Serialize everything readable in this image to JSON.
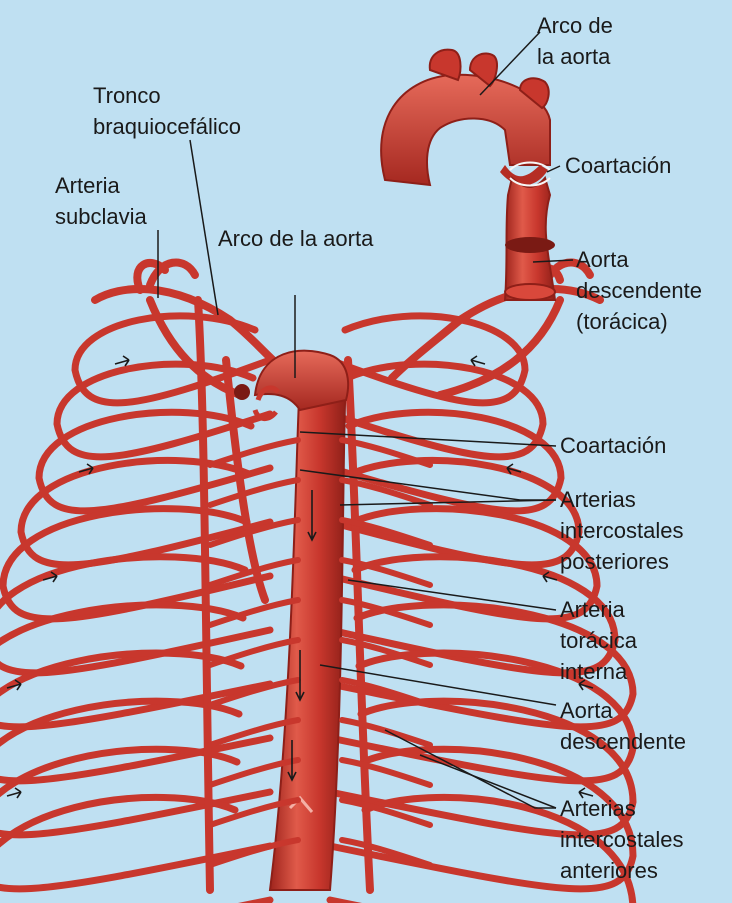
{
  "colors": {
    "background": "#bfe0f2",
    "artery": "#c8372d",
    "artery_dark": "#9e241c",
    "artery_highlight": "#e66a5a",
    "leader": "#1a1a1a"
  },
  "labels": {
    "inset_arch": [
      "Arco de",
      "la aorta"
    ],
    "inset_coarctation": [
      "Coartación"
    ],
    "inset_descending": [
      "Aorta",
      "descendente",
      "(torácica)"
    ],
    "brachiocephalic": [
      "Tronco",
      "braquiocefálico"
    ],
    "subclavian": [
      "Arteria",
      "subclavia"
    ],
    "main_arch": [
      "Arco de la aorta"
    ],
    "coarctation": [
      "Coartación"
    ],
    "posterior_intercostal": [
      "Arterias",
      "intercostales",
      "posteriores"
    ],
    "internal_thoracic": [
      "Arteria",
      "torácica",
      "interna"
    ],
    "descending_aorta": [
      "Aorta",
      "descendente"
    ],
    "anterior_intercostal": [
      "Arterias",
      "intercostales",
      "anteriores"
    ]
  }
}
